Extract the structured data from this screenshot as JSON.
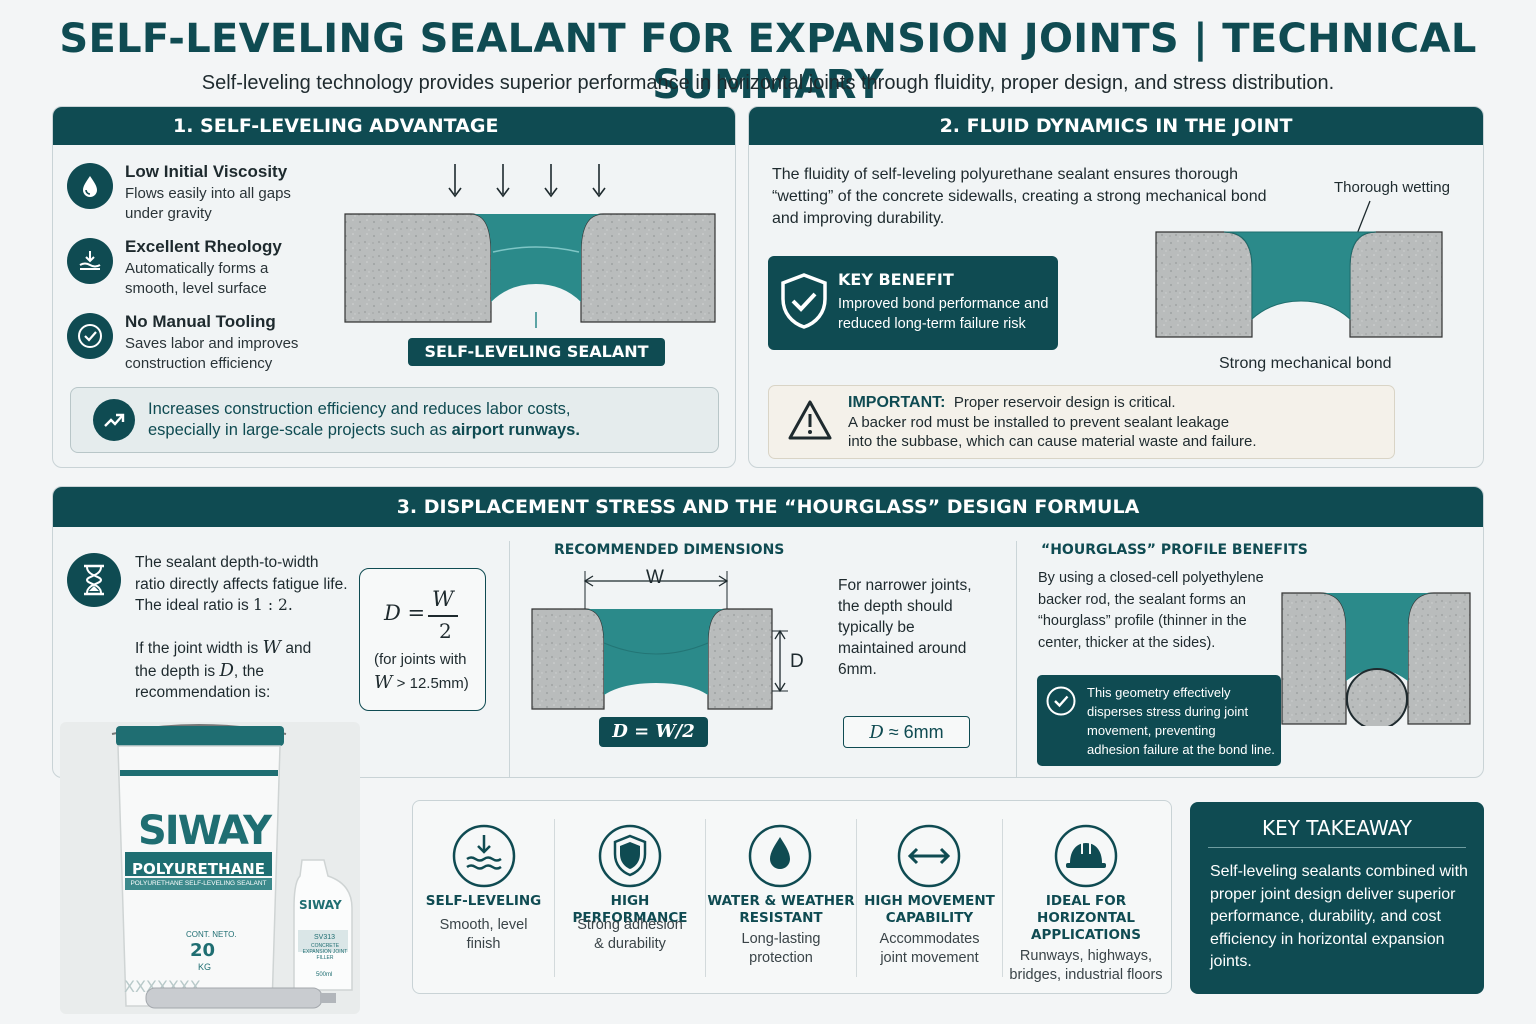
{
  "header": {
    "title": "SELF-LEVELING SEALANT FOR EXPANSION JOINTS | TECHNICAL SUMMARY",
    "subtitle": "Self-leveling technology provides superior performance in horizontal joints through fluidity, proper design, and stress distribution."
  },
  "colors": {
    "primary": "#0f4b52",
    "sealant": "#2b8a8a",
    "concrete": "#b9bbbb",
    "warning_bg": "#f4f1ea"
  },
  "section1": {
    "title": "1. SELF-LEVELING ADVANTAGE",
    "features": [
      {
        "icon": "droplet-icon",
        "title": "Low Initial Viscosity",
        "desc1": "Flows easily into all gaps",
        "desc2": "under gravity"
      },
      {
        "icon": "level-surface-icon",
        "title": "Excellent Rheology",
        "desc1": "Automatically forms a",
        "desc2": "smooth, level surface"
      },
      {
        "icon": "check-circle-icon",
        "title": "No Manual Tooling",
        "desc1": "Saves labor and improves",
        "desc2": "construction efficiency"
      }
    ],
    "diagram_label": "SELF-LEVELING SEALANT",
    "note_line1": "Increases construction efficiency and reduces labor costs,",
    "note_line2_prefix": "especially in large-scale projects such as ",
    "note_line2_bold": "airport runways."
  },
  "section2": {
    "title": "2. FLUID DYNAMICS IN THE JOINT",
    "para1": "The fluidity of self-leveling polyurethane sealant ensures thorough",
    "para2": "“wetting” of the concrete sidewalls, creating a strong mechanical bond",
    "para3": "and improving durability.",
    "wetting_label": "Thorough wetting",
    "bond_label": "Strong mechanical bond",
    "benefit_title": "KEY BENEFIT",
    "benefit_line1": "Improved bond performance and",
    "benefit_line2": "reduced long-term failure risk",
    "important_label": "IMPORTANT:",
    "important_line1": "Proper reservoir design is critical.",
    "important_line2": "A backer rod must be installed to prevent sealant leakage",
    "important_line3": "into the subbase, which can cause material waste and failure."
  },
  "section3": {
    "title": "3. DISPLACEMENT STRESS AND THE “HOURGLASS” DESIGN FORMULA",
    "ratio_line1": "The sealant depth-to-width",
    "ratio_line2": "ratio directly affects fatigue life.",
    "ratio_line3_prefix": "The ideal ratio is ",
    "ratio_value": "1 : 2.",
    "if_line1_prefix": "If the joint width is ",
    "if_w": "W",
    "if_line1_suffix": " and",
    "if_line2_prefix": "the depth is ",
    "if_d": "D",
    "if_line2_suffix": ", the",
    "if_line3": "recommendation is:",
    "formula_lhs": "D =",
    "formula_num": "W",
    "formula_den": "2",
    "formula_note1": "(for joints with",
    "formula_note2_var": "W",
    "formula_note2_rest": " > 12.5mm)",
    "rec_title": "RECOMMENDED DIMENSIONS",
    "w_label": "W",
    "d_label": "D",
    "narrow_line1": "For narrower joints,",
    "narrow_line2": "the depth should",
    "narrow_line3": "typically be",
    "narrow_line4": "maintained around",
    "narrow_line5": "6mm.",
    "formula_box": "D = W/2",
    "approx_var": "D",
    "approx_rest": " ≈ 6mm",
    "hourglass_title": "“HOURGLASS” PROFILE BENEFITS",
    "hg_line1": "By using a closed-cell polyethylene",
    "hg_line2": "backer rod, the sealant forms an",
    "hg_line3": "“hourglass” profile (thinner in the",
    "hg_line4": "center, thicker at the sides).",
    "hg_note1": "This geometry effectively",
    "hg_note2": "disperses stress during joint",
    "hg_note3": "movement, preventing",
    "hg_note4": "adhesion failure at the bond line."
  },
  "product": {
    "brand": "SIWAY",
    "type": "POLYURETHANE",
    "subtype": "POLYURETHANE SELF-LEVELING SEALANT",
    "net_label": "CONT. NETO.",
    "net_value": "20",
    "net_unit": "KG",
    "pouch_brand": "SIWAY",
    "pouch_code": "SV313",
    "pouch_desc": "CONCRETE EXPANSION JOINT FILLER",
    "pouch_size": "500ml"
  },
  "features": [
    {
      "icon": "self-leveling-icon",
      "title1": "SELF-LEVELING",
      "title2": "",
      "desc1": "Smooth, level",
      "desc2": "finish"
    },
    {
      "icon": "shield-check-icon",
      "title1": "HIGH PERFORMANCE",
      "title2": "",
      "desc1": "Strong adhesion",
      "desc2": "& durability"
    },
    {
      "icon": "water-drop-icon",
      "title1": "WATER & WEATHER",
      "title2": "RESISTANT",
      "desc1": "Long-lasting",
      "desc2": "protection"
    },
    {
      "icon": "double-arrow-icon",
      "title1": "HIGH MOVEMENT",
      "title2": "CAPABILITY",
      "desc1": "Accommodates",
      "desc2": "joint movement"
    },
    {
      "icon": "hard-hat-icon",
      "title1": "IDEAL FOR",
      "title2": "HORIZONTAL",
      "title3": "APPLICATIONS",
      "desc1": "Runways, highways,",
      "desc2": "bridges, industrial floors"
    }
  ],
  "takeaway": {
    "title": "KEY TAKEAWAY",
    "line1": "Self-leveling sealants combined with",
    "line2": "proper joint design deliver superior",
    "line3": "performance, durability, and cost",
    "line4": "efficiency in horizontal expansion",
    "line5": "joints."
  }
}
